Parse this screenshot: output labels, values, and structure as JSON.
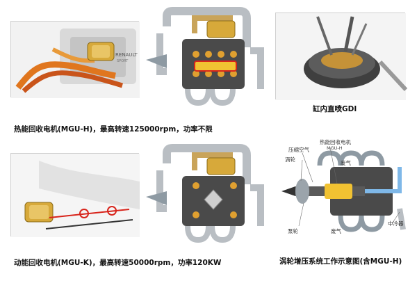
{
  "captions": {
    "mgu_h": "热能回收电机(MGU-H)，最高转速125000rpm，功率不限",
    "gdi": "缸内直喷GDI",
    "mgu_k": "动能回收电机(MGU-K)，最高转速50000rpm，功率120KW",
    "turbo_diagram": "涡轮增压系统工作示意图(含MGU-H)"
  },
  "schematic_labels": {
    "mgu_h_title": "热能回收电机",
    "mgu_h_sub": "MGU-H",
    "compressed_air": "压缩空气",
    "turbine": "涡轮",
    "exhaust_top": "废气",
    "compressor": "泵轮",
    "exhaust_bottom": "废气",
    "intercooler": "中冷器"
  },
  "branding": {
    "renault_text": "RENAULT",
    "renault_sport": "SPORT"
  },
  "colors": {
    "exhaust_pipe": "#e0761e",
    "mgu_gold": "#d7a93a",
    "compressed_air_blue": "#7fb8e8",
    "pipe_grey": "#b9bec3",
    "engine_dark": "#4a4a4a",
    "highlight_red": "#d8241b"
  }
}
